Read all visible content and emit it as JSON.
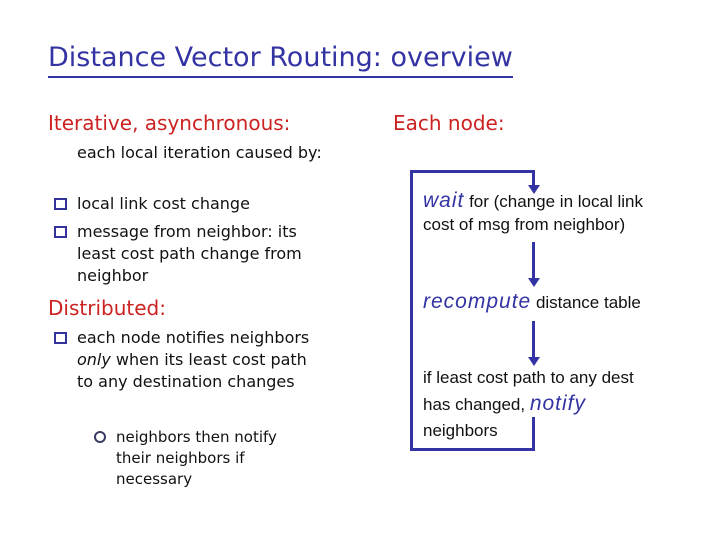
{
  "slide": {
    "title": "Distance Vector Routing: overview",
    "left": {
      "heading1": "Iterative, asynchronous:",
      "intro": "each local iteration caused by:",
      "bullet1": "local link cost change",
      "bullet2": "message from neighbor: its least cost path change from neighbor",
      "heading2": "Distributed:",
      "bullet3_pre": "each node notifies neighbors ",
      "bullet3_italic": "only",
      "bullet3_post": " when its least cost path to any destination changes",
      "subbullet": "neighbors then notify their neighbors if necessary"
    },
    "right": {
      "heading": "Each node:",
      "wait_keyword": "wait",
      "wait_rest": " for (change in local link",
      "wait_line2": "cost of msg from neighbor)",
      "recompute_keyword": "recompute",
      "recompute_rest": " distance table",
      "notify_line1": "if least cost path to any dest",
      "notify_line2_pre": "has changed, ",
      "notify_keyword": "notify",
      "notify_line3": "neighbors"
    },
    "colors": {
      "title_blue": "#3333a3",
      "heading_red": "#cc2222",
      "flow_blue": "#3333a3",
      "bullet_navy": "#333399",
      "body_black": "#111111"
    }
  }
}
